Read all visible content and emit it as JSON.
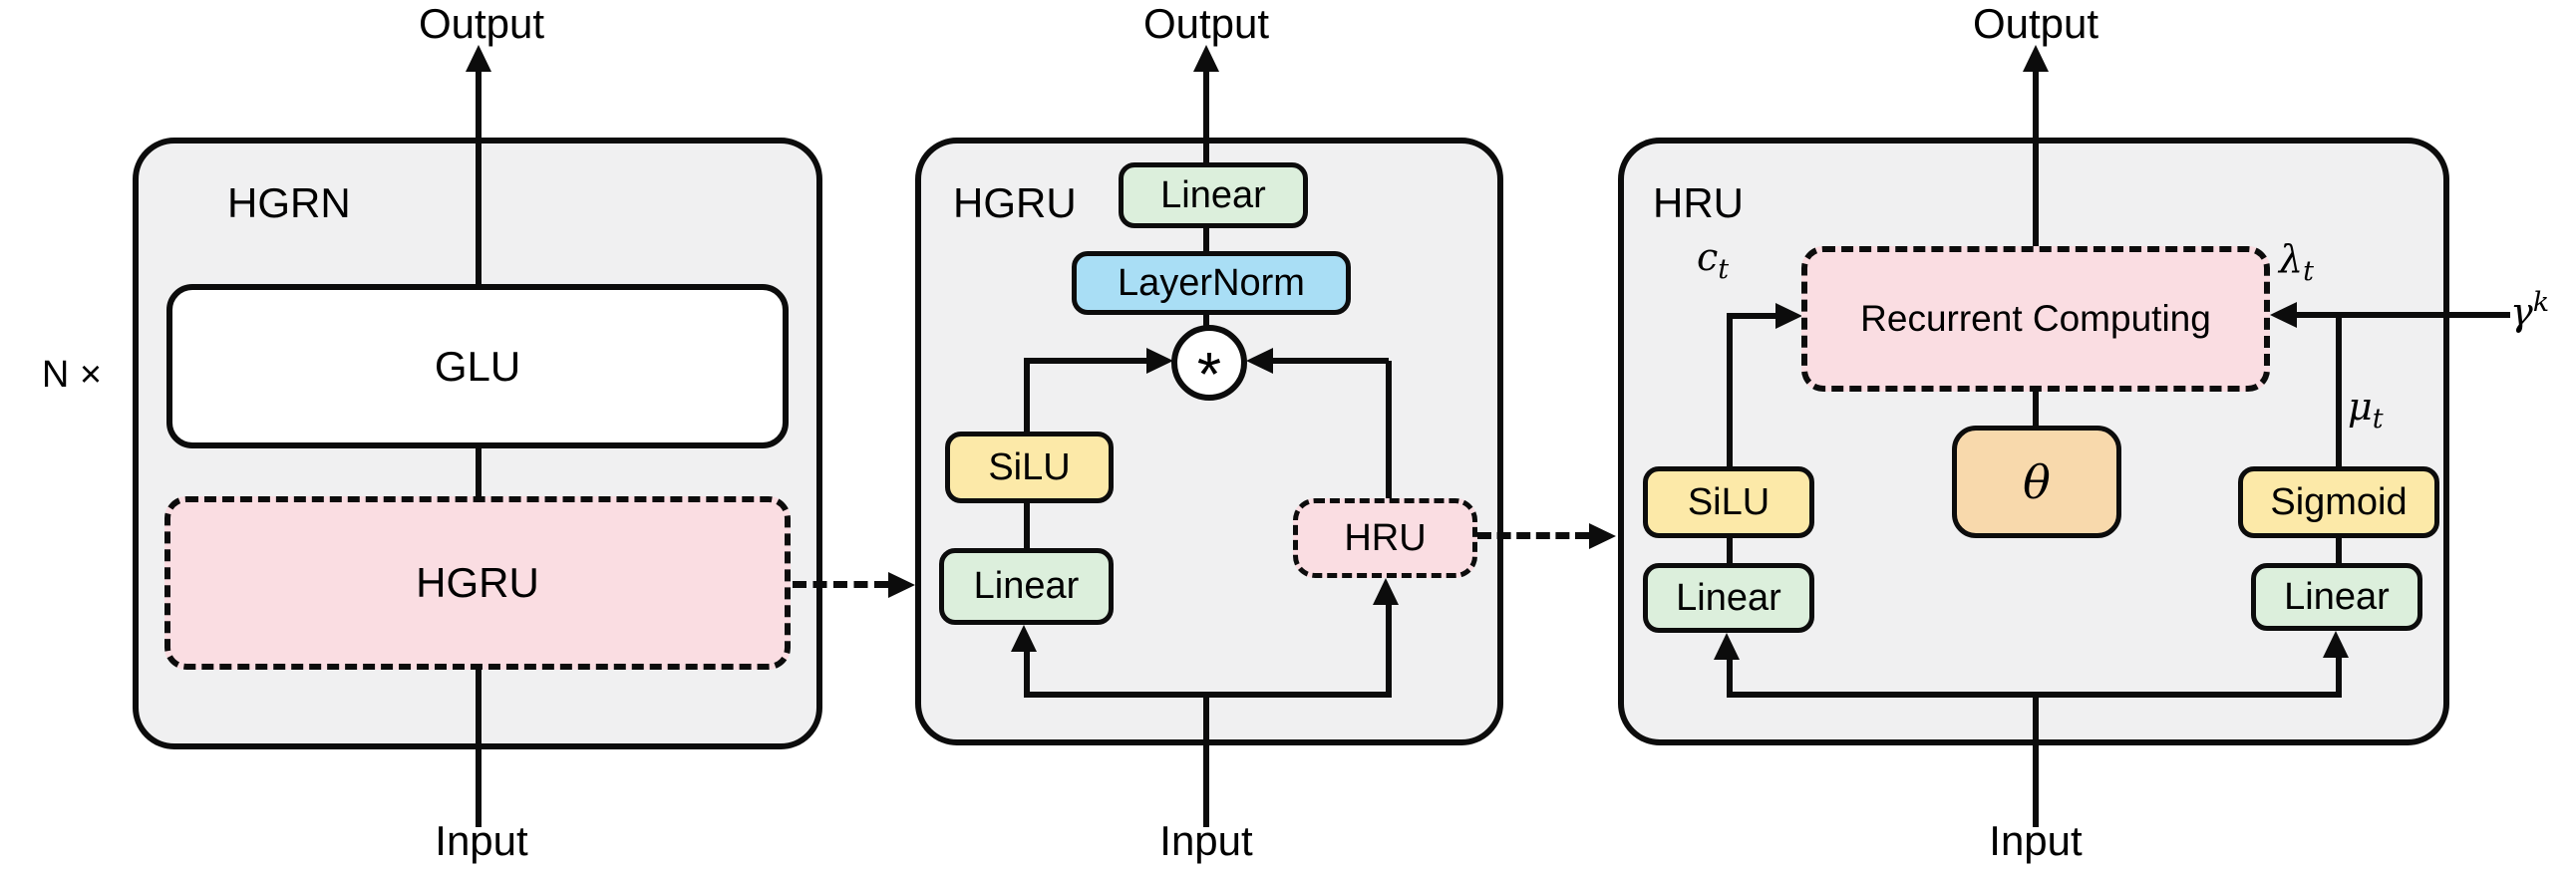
{
  "colors": {
    "panel_bg": "#f0f0f1",
    "box_pink": "#fadde2",
    "box_green": "#dcefdc",
    "box_blue": "#a9def5",
    "box_yellow": "#fce9a8",
    "box_orange": "#f8d9ac",
    "box_white": "#ffffff",
    "line": "#0c0c0c",
    "page_bg": "#ffffff"
  },
  "left_panel": {
    "title": "HGRN",
    "repeat": "N ×",
    "output": "Output",
    "input": "Input",
    "glu": "GLU",
    "hgru": "HGRU"
  },
  "middle_panel": {
    "title": "HGRU",
    "output": "Output",
    "input": "Input",
    "linear_top": "Linear",
    "layernorm": "LayerNorm",
    "multiply": "*",
    "silu": "SiLU",
    "linear_left": "Linear",
    "hru": "HRU"
  },
  "right_panel": {
    "title": "HRU",
    "output": "Output",
    "input": "Input",
    "recurrent": "Recurrent Computing",
    "theta": "θ",
    "silu": "SiLU",
    "linear_left": "Linear",
    "sigmoid": "Sigmoid",
    "linear_right": "Linear",
    "c": {
      "base": "c",
      "sub": "t"
    },
    "lambda": {
      "base": "λ",
      "sub": "t"
    },
    "mu": {
      "base": "μ",
      "sub": "t"
    },
    "gamma": {
      "base": "γ",
      "sup": "k"
    }
  }
}
